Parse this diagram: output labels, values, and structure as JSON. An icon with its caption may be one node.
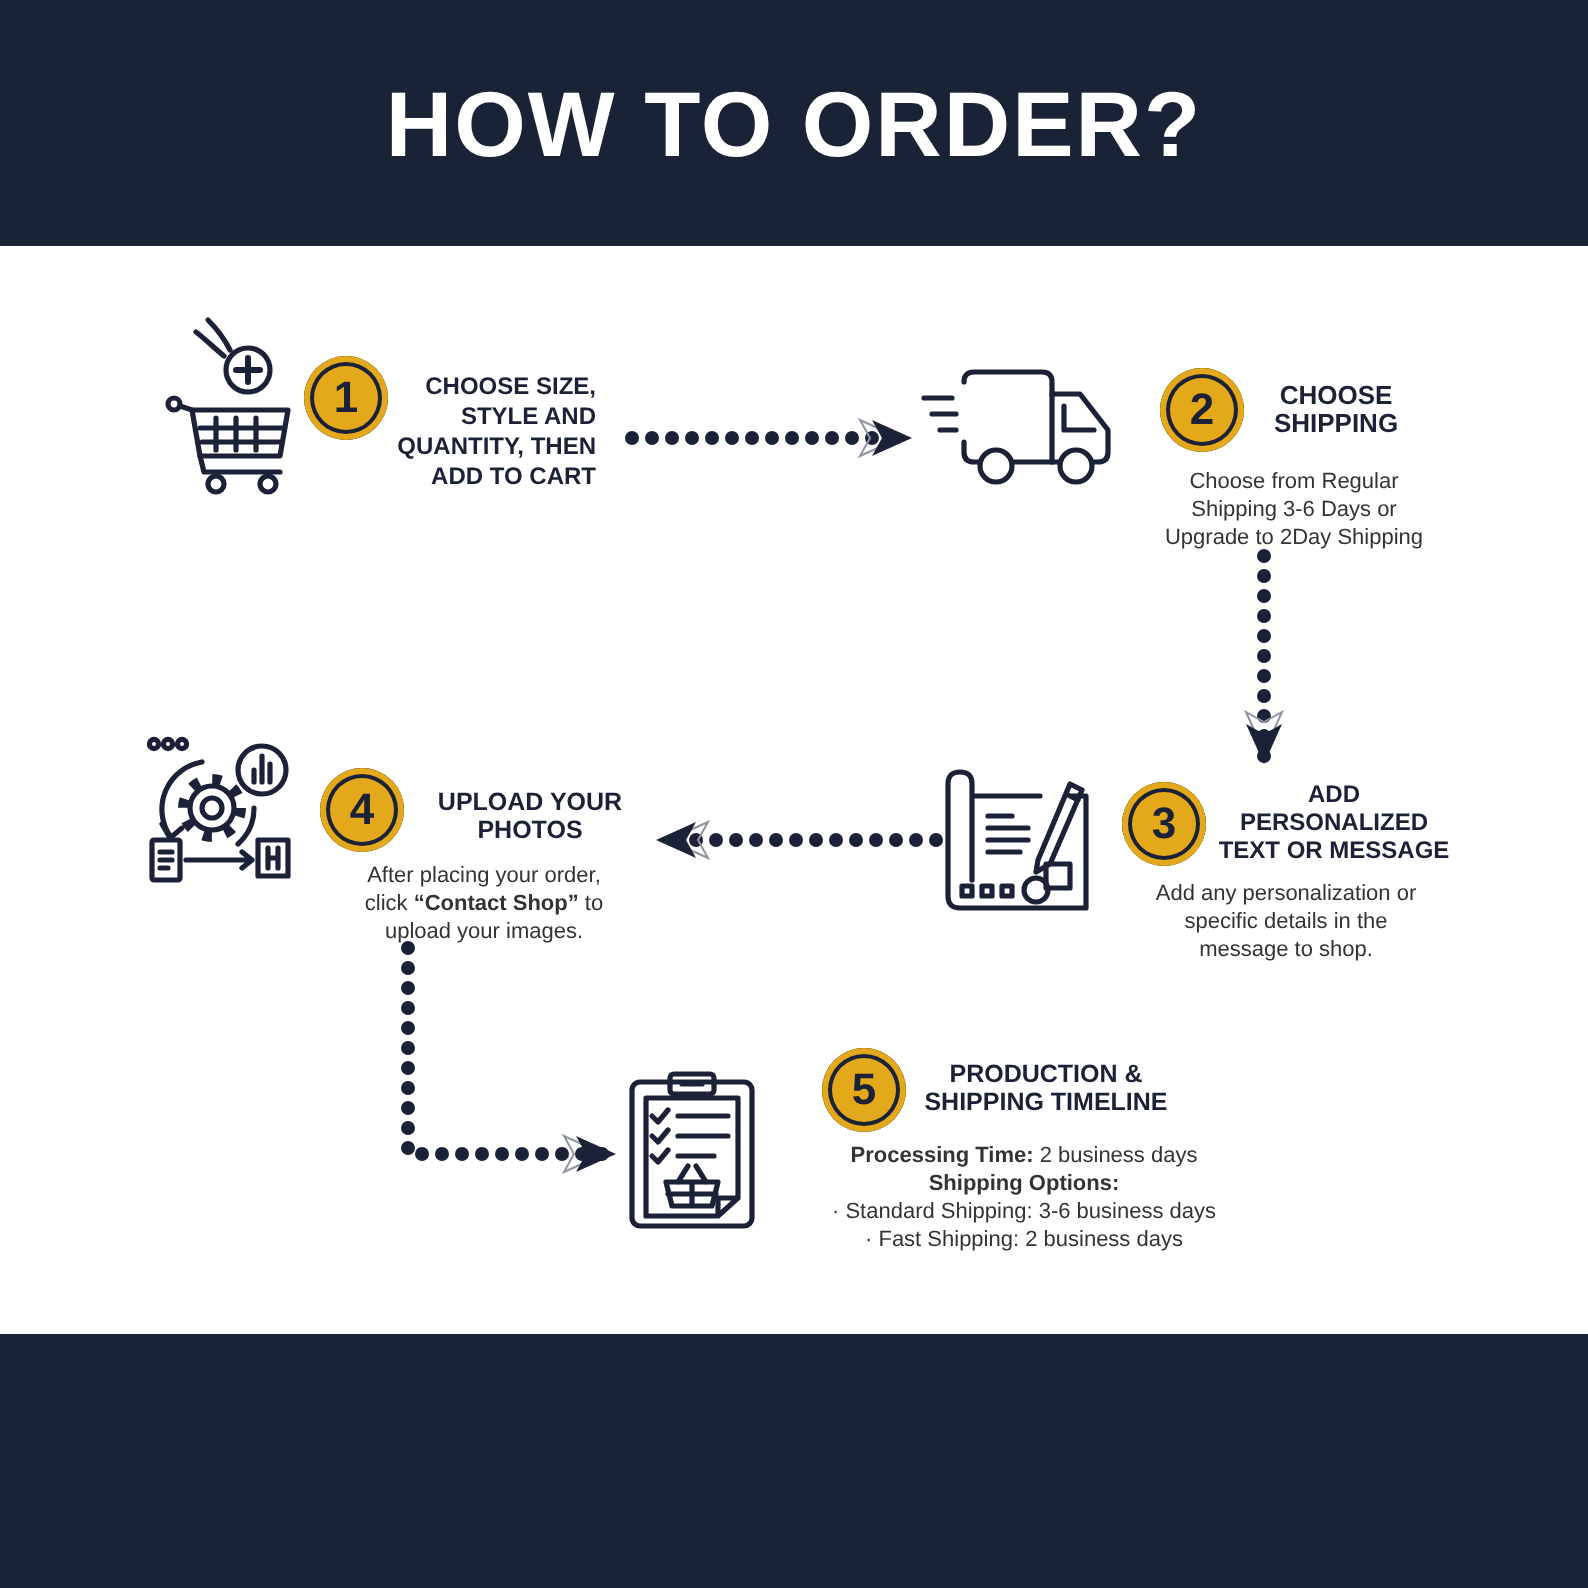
{
  "diagram": {
    "title": "HOW TO ORDER?",
    "nodes": [
      {
        "text": [
          "1",
          "CHOOSE SIZE, STYLE AND QUANTITY, THEN ADD TO CART"
        ]
      },
      {
        "text": [
          "2",
          "CHOOSE SHIPPING",
          "Choose from Regular Shipping 3-6 Days or Upgrade to 2Day Shipping"
        ]
      },
      {
        "text": [
          "3",
          "ADD PERSONALIZED TEXT OR MESSAGE",
          "Add any personalization or specific details in the message to shop."
        ]
      },
      {
        "text": [
          "4",
          "UPLOAD YOUR PHOTOS",
          "After placing your order, click **“Contact Shop”** to upload your images."
        ]
      },
      {
        "text": [
          "5",
          "PRODUCTION & SHIPPING TIMELINE",
          "**Processing Time:** 2 business days",
          "Shipping Options:",
          "· Standard Shipping: 3-6 business days",
          "· Fast Shipping: 2 business days"
        ]
      }
    ],
    "edges": [
      {
        "from": 0,
        "to": 1,
        "arrow": "to"
      },
      {
        "from": 1,
        "to": 2,
        "arrow": "to"
      },
      {
        "from": 2,
        "to": 3,
        "arrow": "to"
      },
      {
        "from": 3,
        "to": 4,
        "arrow": "to"
      }
    ]
  }
}
